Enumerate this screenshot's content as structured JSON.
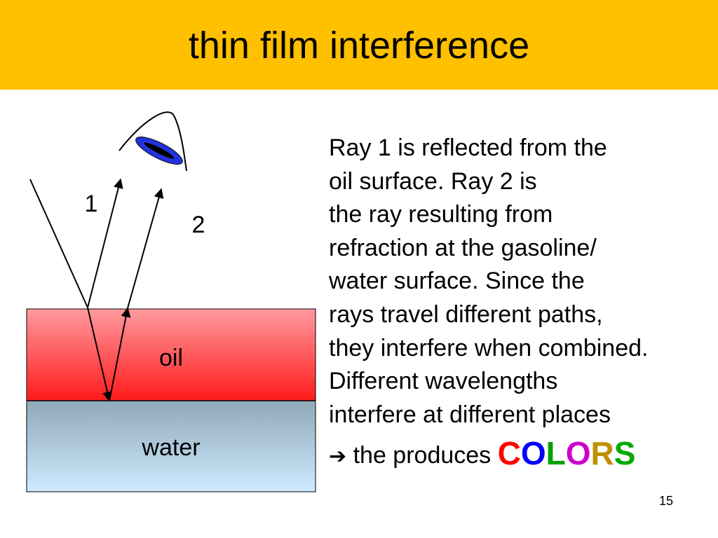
{
  "slide": {
    "title": "thin film interference",
    "page_number": "15"
  },
  "diagram": {
    "ray1_label": "1",
    "ray2_label": "2",
    "oil_label": "oil",
    "water_label": "water",
    "colors": {
      "oil_top": "#ff9aa0",
      "oil_bottom": "#ff1a1a",
      "water_top": "#8fa9b8",
      "water_bottom": "#cfe9ff",
      "eye_lens": "#2233dd"
    }
  },
  "explanation": {
    "lines": [
      "Ray 1 is reflected from the",
      "oil surface. Ray 2 is",
      "the ray resulting from",
      "refraction at the gasoline/",
      "water surface. Since the",
      "rays travel different paths,",
      "they interfere when combined.",
      "Different wavelengths",
      "interfere at different places"
    ],
    "arrow": "➔",
    "conclusion": " the produces ",
    "colors_word": [
      "C",
      "O",
      "L",
      "O",
      "R",
      "S"
    ],
    "colors_word_colors": [
      "#ff0000",
      "#0000ff",
      "#00a000",
      "#cc00cc",
      "#c09000",
      "#00aa00"
    ]
  }
}
